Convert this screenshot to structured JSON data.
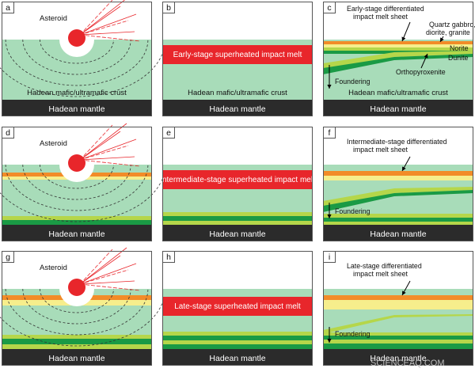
{
  "colors": {
    "crust": "#a8dcb9",
    "mantle": "#2b2b2b",
    "melt_red": "#e8262b",
    "orange_layer": "#f28c28",
    "yellow_layer": "#f6ee8c",
    "green_layer": "#1a9a45",
    "lime_layer": "#b5d64a",
    "ray": "#e8262b",
    "outline": "#555555"
  },
  "panels": [
    {
      "letter": "a",
      "mantle_label": "Hadean mantle",
      "crust_label": "Hadean mafic/ultramafic crust",
      "asteroid_label": "Asteroid"
    },
    {
      "letter": "b",
      "mantle_label": "Hadean mantle",
      "crust_label": "Hadean mafic/ultramafic crust",
      "melt_label": "Early-stage superheated impact melt"
    },
    {
      "letter": "c",
      "mantle_label": "Hadean mantle",
      "crust_label": "Hadean mafic/ultramafic crust",
      "sheet_label_1": "Early-stage differentiated",
      "sheet_label_2": "impact melt sheet",
      "rock_1": "Quartz gabbro,",
      "rock_2": "diorite, granite",
      "norite": "Norite",
      "dunite": "Dunite",
      "orthopyroxenite": "Orthopyroxenite",
      "foundering": "Foundering"
    },
    {
      "letter": "d",
      "mantle_label": "Hadean mantle",
      "asteroid_label": "Asteroid"
    },
    {
      "letter": "e",
      "mantle_label": "Hadean mantle",
      "melt_label": "Intermediate-stage superheated impact melt"
    },
    {
      "letter": "f",
      "mantle_label": "Hadean mantle",
      "sheet_label_1": "Intermediate-stage differentiated",
      "sheet_label_2": "impact melt sheet",
      "foundering": "Foundering"
    },
    {
      "letter": "g",
      "mantle_label": "Hadean mantle",
      "asteroid_label": "Asteroid"
    },
    {
      "letter": "h",
      "mantle_label": "Hadean mantle",
      "melt_label": "Late-stage superheated impact melt"
    },
    {
      "letter": "i",
      "mantle_label": "Hadean mantle",
      "sheet_label_1": "Late-stage differentiated",
      "sheet_label_2": "impact melt sheet",
      "foundering": "Foundering"
    }
  ],
  "watermark": "SCIENCEAQ.COM"
}
